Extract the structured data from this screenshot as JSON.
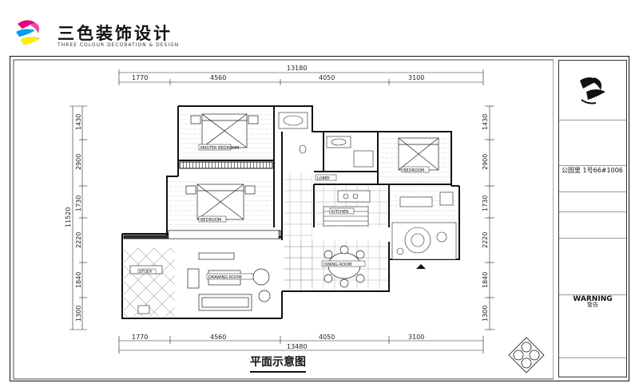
{
  "brand": {
    "name": "三色装饰设计",
    "subtitle": "THREE COLOUR DECORATION & DESIGN"
  },
  "drawing_title": "平面示意图",
  "dimensions": {
    "top_total": "13180",
    "top_segments": [
      "1770",
      "4560",
      "4050",
      "3100"
    ],
    "bottom_total": "13480",
    "bottom_segments": [
      "1770",
      "4560",
      "4050",
      "3100"
    ],
    "left_total": "11520",
    "left_segments": [
      "1430",
      "2900",
      "1730",
      "2220",
      "1840",
      "1300"
    ],
    "right_segments": [
      "1430",
      "2900",
      "1730",
      "2220",
      "1840",
      "1300"
    ]
  },
  "room_labels": {
    "master_bedroom": "MASTER BEDROOM",
    "bedroom": "BEDROOM",
    "bedroom_2": "BEDROOM",
    "lobby": "LOBBY",
    "kitchen": "KITCHEN",
    "drawing_room": "DRAWING ROOM",
    "dining_room": "DINING ROOM",
    "study": "STUDY"
  },
  "title_block": {
    "project_value": "公园里 1号66#1006",
    "warning": "WARNING",
    "warning_cn": "警告"
  },
  "colors": {
    "brand_pink": "#e6007e",
    "brand_cyan": "#00a0e9",
    "brand_yellow": "#fff100",
    "line": "#222222",
    "logo_dark": "#111111"
  }
}
